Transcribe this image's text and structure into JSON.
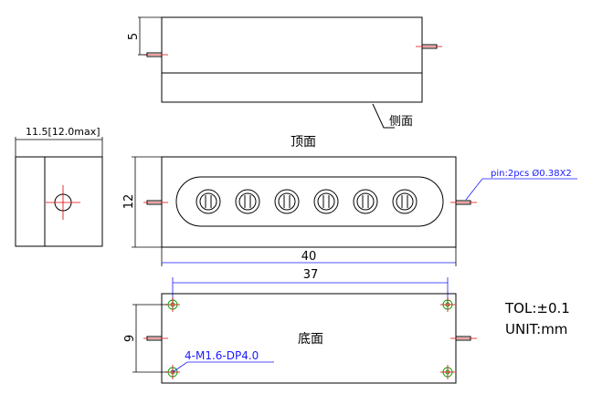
{
  "dimensions": {
    "top_height": "5",
    "side_width": "11.5[12.0max]",
    "front_height": "12",
    "front_length": "40",
    "bottom_pitch_x": "37",
    "bottom_pitch_y": "9"
  },
  "labels": {
    "side_view": "侧面",
    "top_view": "顶面",
    "bottom_view": "底面",
    "pin_note": "pin:2pcs Ø0.38X2",
    "hole_note": "4-M1.6-DP4.0",
    "tolerance": "TOL:±0.1",
    "unit": "UNIT:mm"
  },
  "colors": {
    "line": "#000000",
    "centerline": "#e00000",
    "dimension_blue": "#1a1aff",
    "hole_green": "#00a000"
  }
}
